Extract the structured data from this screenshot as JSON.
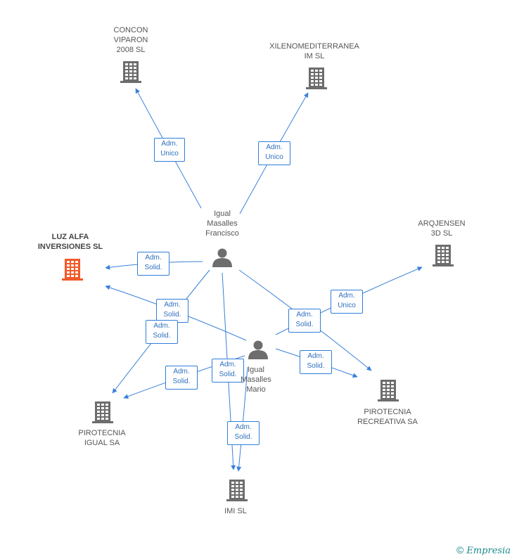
{
  "diagram": {
    "colors": {
      "edge": "#3a80d9",
      "company_icon": "#6d6d6d",
      "company_icon_highlight": "#f05a28",
      "person_icon": "#6d6d6d"
    },
    "nodes": [
      {
        "id": "concon",
        "type": "company",
        "label": "CONCON\nVIPARON\n2008 SL"
      },
      {
        "id": "xileno",
        "type": "company",
        "label": "XILENOMEDITERRANEA\nIM SL"
      },
      {
        "id": "luzalfa",
        "type": "company",
        "label": "LUZ ALFA\nINVERSIONES SL",
        "highlight": true
      },
      {
        "id": "arqjensen",
        "type": "company",
        "label": "ARQJENSEN\n3D SL"
      },
      {
        "id": "francisco",
        "type": "person",
        "label": "Igual\nMasalles\nFrancisco"
      },
      {
        "id": "mario",
        "type": "person",
        "label": "Igual\nMasalles\nMario"
      },
      {
        "id": "pirotecnia_igual",
        "type": "company",
        "label": "PIROTECNIA\nIGUAL SA"
      },
      {
        "id": "pirotecnia_recreativa",
        "type": "company",
        "label": "PIROTECNIA\nRECREATIVA SA"
      },
      {
        "id": "imi",
        "type": "company",
        "label": "IMI SL"
      }
    ],
    "edges": [
      {
        "from": "francisco",
        "to": "concon",
        "role": "Adm.\nUnico"
      },
      {
        "from": "francisco",
        "to": "xileno",
        "role": "Adm.\nUnico"
      },
      {
        "from": "francisco",
        "to": "luzalfa",
        "role": "Adm.\nSolid."
      },
      {
        "from": "mario",
        "to": "arqjensen",
        "role": "Adm.\nUnico"
      },
      {
        "from": "mario",
        "to": "luzalfa",
        "role": "Adm.\nSolid."
      },
      {
        "from": "francisco",
        "to": "pirotecnia_igual",
        "role": "Adm.\nSolid."
      },
      {
        "from": "francisco",
        "to": "pirotecnia_recreativa",
        "role": "Adm.\nSolid."
      },
      {
        "from": "mario",
        "to": "pirotecnia_recreativa",
        "role": "Adm.\nSolid."
      },
      {
        "from": "mario",
        "to": "pirotecnia_igual",
        "role": "Adm.\nSolid."
      },
      {
        "from": "mario",
        "to": "imi",
        "role": "Adm.\nSolid."
      },
      {
        "from": "francisco",
        "to": "imi",
        "role": "Adm.\nSolid."
      }
    ]
  },
  "footer": {
    "copyright_symbol": "©",
    "brand_name": "Empresia"
  }
}
